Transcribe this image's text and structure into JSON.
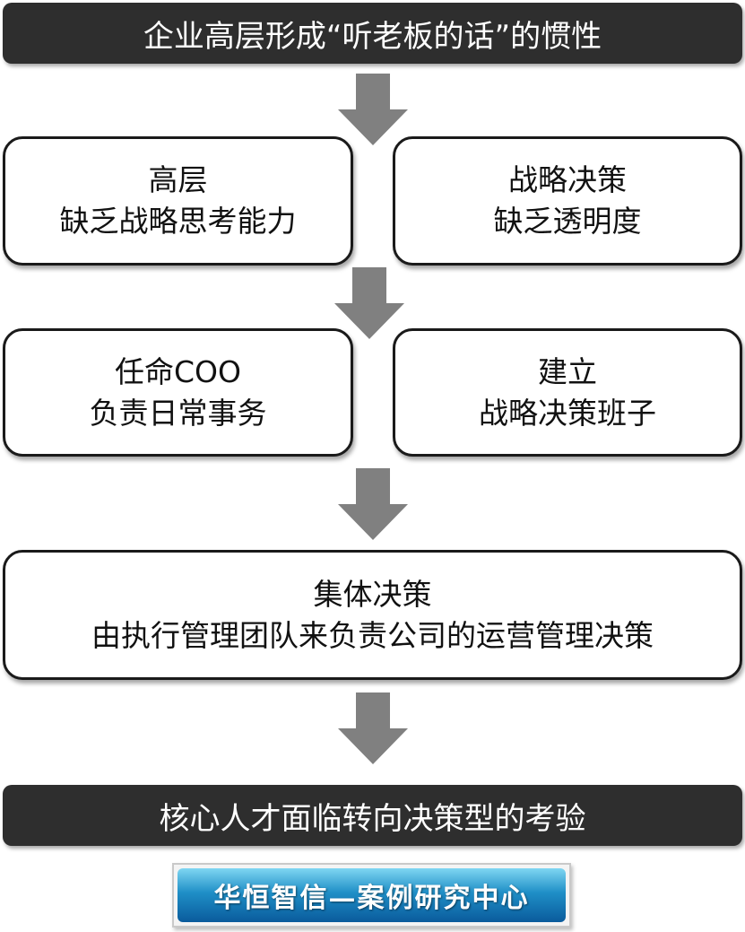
{
  "diagram": {
    "top_banner": "企业高层形成“听老板的话”的惯性",
    "problem_left": {
      "line1": "高层",
      "line2": "缺乏战略思考能力"
    },
    "problem_right": {
      "line1": "战略决策",
      "line2": "缺乏透明度"
    },
    "action_left": {
      "line1": "任命COO",
      "line2": "负责日常事务"
    },
    "action_right": {
      "line1": "建立",
      "line2": "战略决策班子"
    },
    "result": {
      "line1": "集体决策",
      "line2": "由执行管理团队来负责公司的运营管理决策"
    },
    "bottom_banner": "核心人才面临转向决策型的考验"
  },
  "footer": {
    "label": "华恒智信—案例研究中心"
  },
  "colors": {
    "banner_bg": "#2e2e2e",
    "arrow": "#808080",
    "box_border": "#1a1a1a",
    "footer_gradient_top": "#7fd6f2",
    "footer_gradient_bottom": "#0a5b9c"
  },
  "icons": {
    "arrow": "down-arrow-icon"
  }
}
